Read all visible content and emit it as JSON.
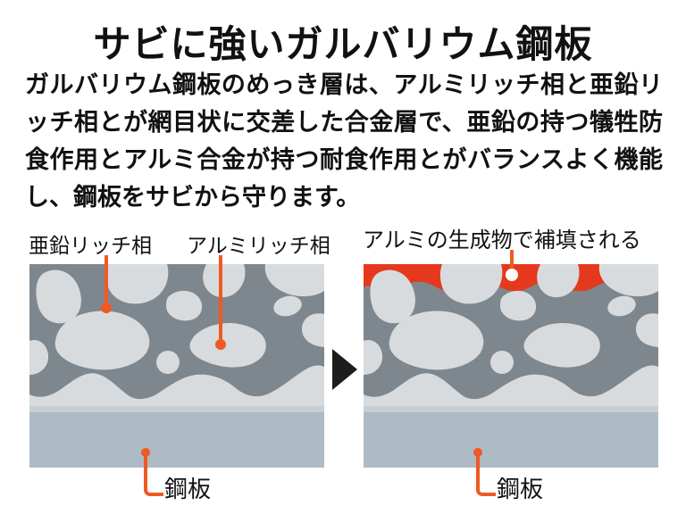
{
  "title": "サビに強いガルバリウム鋼板",
  "description": {
    "lines": [
      "ガルバリウム鋼板のめっき層は、アルミリッチ相と亜鉛リ",
      "ッチ相とが網目状に交差した合金層で、亜鉛の持つ犠牲防",
      "食作用とアルミ合金が持つ耐食作用とがバランスよく機能",
      "し、鋼板をサビから守ります。"
    ]
  },
  "diagram": {
    "label_zinc_rich": "亜鉛リッチ相",
    "label_aluminum_rich": "アルミリッチ相",
    "label_aluminum_product": "アルミの生成物で補填される",
    "label_steel_left": "鋼板",
    "label_steel_right": "鋼板"
  },
  "colors": {
    "background": "#ffffff",
    "text": "#111111",
    "matrix_gray": "#7e878d",
    "blob_light": "#d8dbdd",
    "steel_plate": "#aebbc5",
    "steel_plate_top": "#c6cfd5",
    "red_product": "#e5391e",
    "leader_orange": "#ee5a24",
    "arrow_black": "#1d1d1b"
  }
}
